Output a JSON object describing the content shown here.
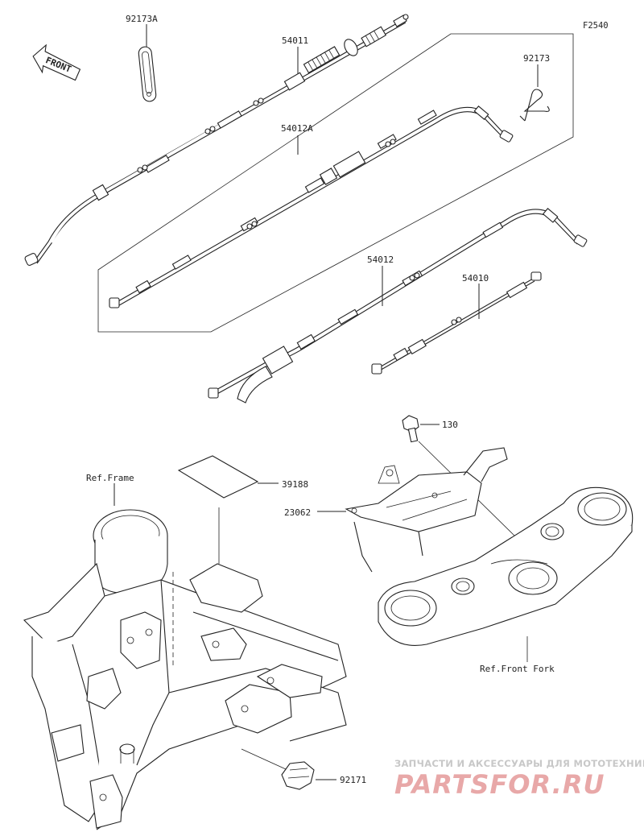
{
  "diagram_code": "F2540",
  "front_arrow": {
    "label": "FRONT",
    "icon": "front-arrow-icon"
  },
  "labels": {
    "p92173A": "92173A",
    "p54011": "54011",
    "p92173": "92173",
    "p54012A": "54012A",
    "p54012": "54012",
    "p54010": "54010",
    "p130": "130",
    "p39188": "39188",
    "p23062": "23062",
    "p92171": "92171",
    "ref_frame": "Ref.Frame",
    "ref_front_fork": "Ref.Front Fork"
  },
  "watermark": {
    "tagline": "ЗАПЧАСТИ И АКСЕССУАРЫ ДЛЯ МОТОТЕХНИКИ",
    "logo": "PARTSFOR.RU"
  }
}
